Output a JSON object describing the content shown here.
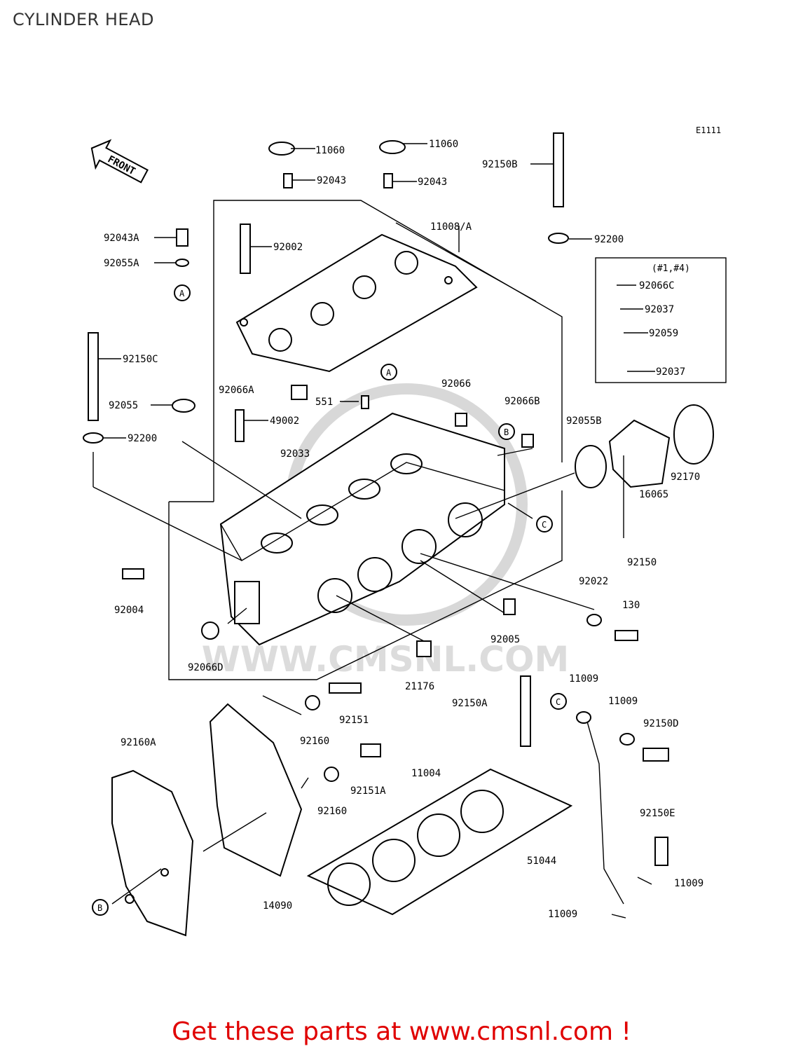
{
  "title": "CYLINDER HEAD",
  "figure_code": "E1111",
  "front_label": "FRONT",
  "group_note": "(#1,#4)",
  "watermark": "WWW.CMSNL.COM",
  "promo": "Get these parts at www.cmsnl.com !",
  "colors": {
    "promo": "#e00000",
    "title": "#333333",
    "watermark": "#d8d8d8"
  },
  "part_labels": [
    "11060",
    "11060",
    "92043",
    "92043",
    "92150B",
    "92200",
    "11008/A",
    "92043A",
    "92055A",
    "92002",
    "92066C",
    "92037",
    "92059",
    "92037",
    "92150C",
    "92066A",
    "92066",
    "551",
    "92066B",
    "92055B",
    "92055",
    "49002",
    "92200",
    "92033",
    "92170",
    "16065",
    "92150",
    "92022",
    "92004",
    "130",
    "92005",
    "92066D",
    "21176",
    "11009",
    "92150A",
    "92151",
    "11009",
    "92160A",
    "92160",
    "92150D",
    "11004",
    "92151A",
    "92160",
    "92150E",
    "51044",
    "11009",
    "14090",
    "11009"
  ],
  "callouts": [
    "A",
    "A",
    "B",
    "B",
    "C",
    "C"
  ]
}
